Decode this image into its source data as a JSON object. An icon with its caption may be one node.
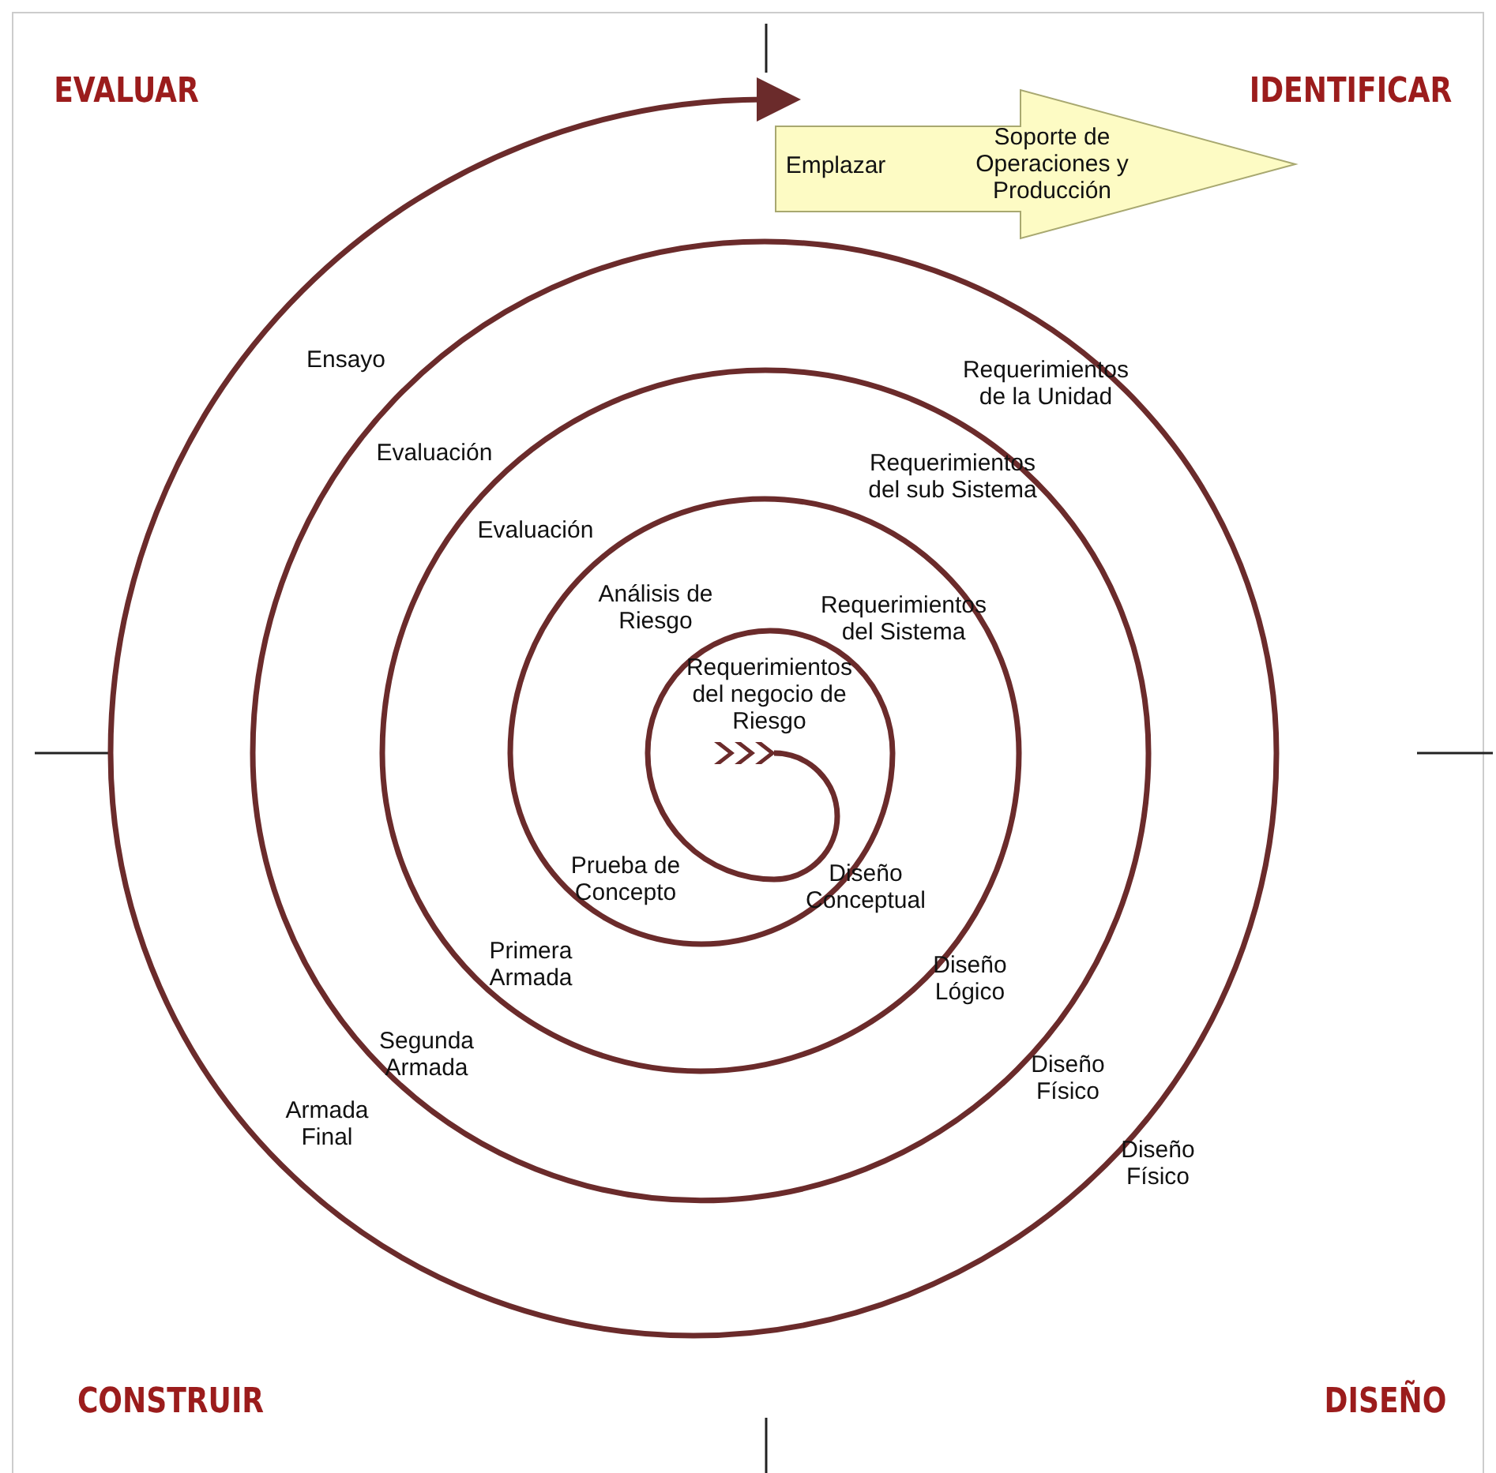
{
  "diagram": {
    "nodes": [
      {
        "text": [
          "Emplazar",
          "Soporte de Operaciones y Producción"
        ]
      }
    ],
    "labels": [
      "EVALUAR",
      "IDENTIFICAR",
      "Ensayo",
      "Requerimientos de la Unidad",
      "Evaluación",
      "Requerimientos del sub Sistema",
      "Evaluación",
      "Análisis de Riesgo",
      "Requerimientos del Sistema",
      "Requerimientos del negocio de Riesgo",
      "Prueba de Concepto",
      "Diseño Conceptual",
      "Primera Armada",
      "Diseño Lógico",
      "Segunda Armada",
      "Diseño Físico",
      "Armada Final",
      "Diseño Físico",
      "CONSTRUIR",
      "DISEÑO"
    ]
  }
}
